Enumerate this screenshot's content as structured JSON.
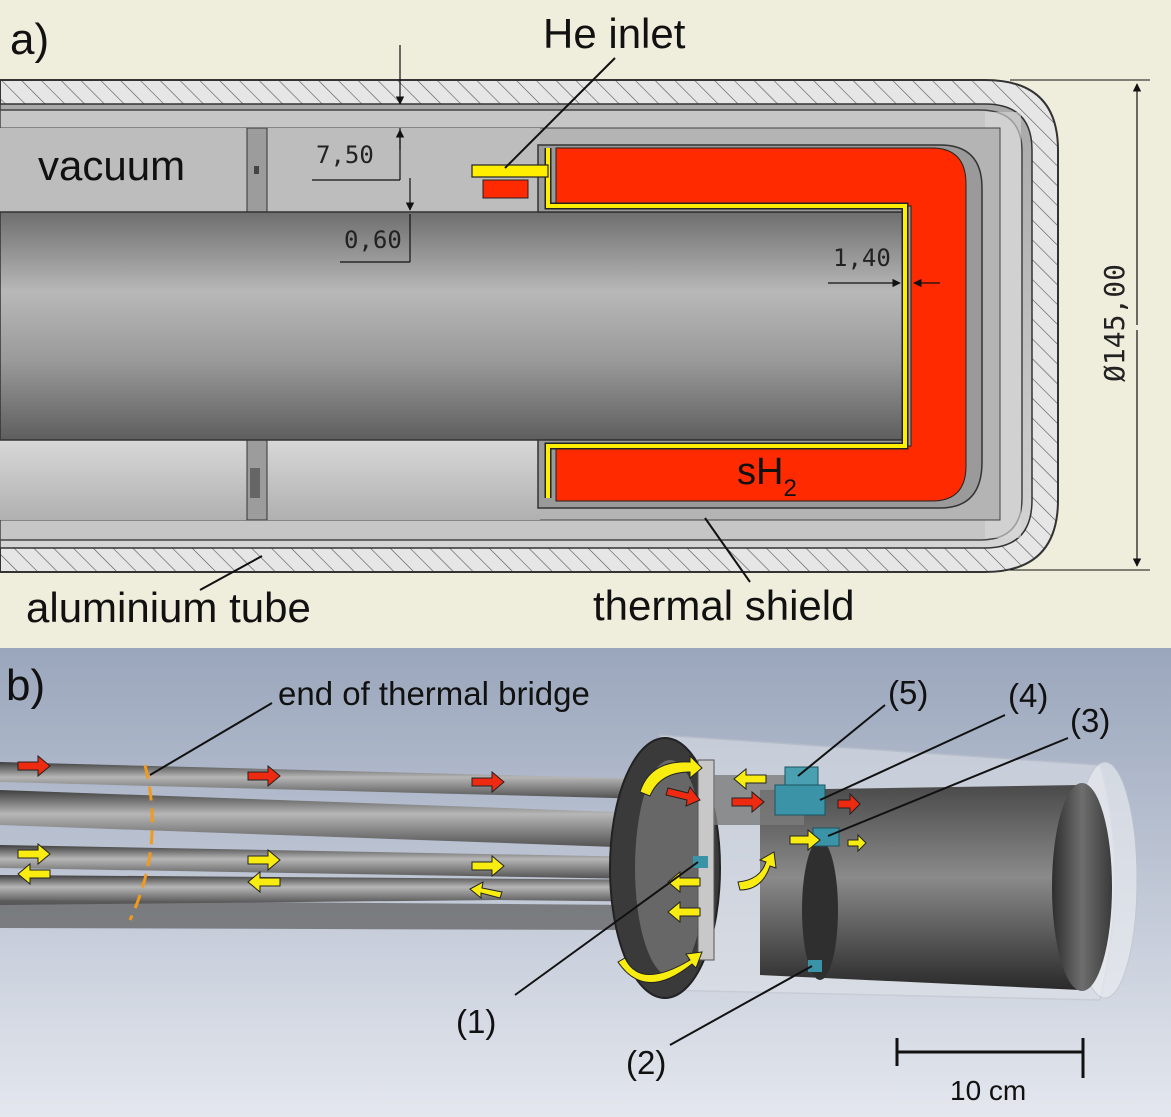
{
  "panel_a": {
    "panel_label": "a)",
    "labels": {
      "he_inlet": "He inlet",
      "vacuum": "vacuum",
      "sh2_main": "sH",
      "sh2_sub": "2",
      "aluminium_tube": "aluminium tube",
      "thermal_shield": "thermal shield"
    },
    "dimensions": {
      "gap_vacuum": "7,50",
      "gap_inner": "0,60",
      "wall_thickness": "1,40",
      "outer_diameter": "Ø145,00"
    },
    "colors": {
      "background": "#efeddb",
      "sh2_fill": "#ff2a00",
      "he_line": "#ffee00"
    }
  },
  "panel_b": {
    "panel_label": "b)",
    "labels": {
      "end_of_thermal_bridge": "end of thermal bridge",
      "callout_1": "(1)",
      "callout_2": "(2)",
      "callout_3": "(3)",
      "callout_4": "(4)",
      "callout_5": "(5)",
      "scale_bar": "10 cm"
    },
    "colors": {
      "background_top": "#9aa6bc",
      "background_bottom": "#e4e7ee",
      "arrow_red": "#ee2a10",
      "arrow_yellow": "#f8ec10",
      "bridge_marker": "#f39a1c"
    }
  }
}
